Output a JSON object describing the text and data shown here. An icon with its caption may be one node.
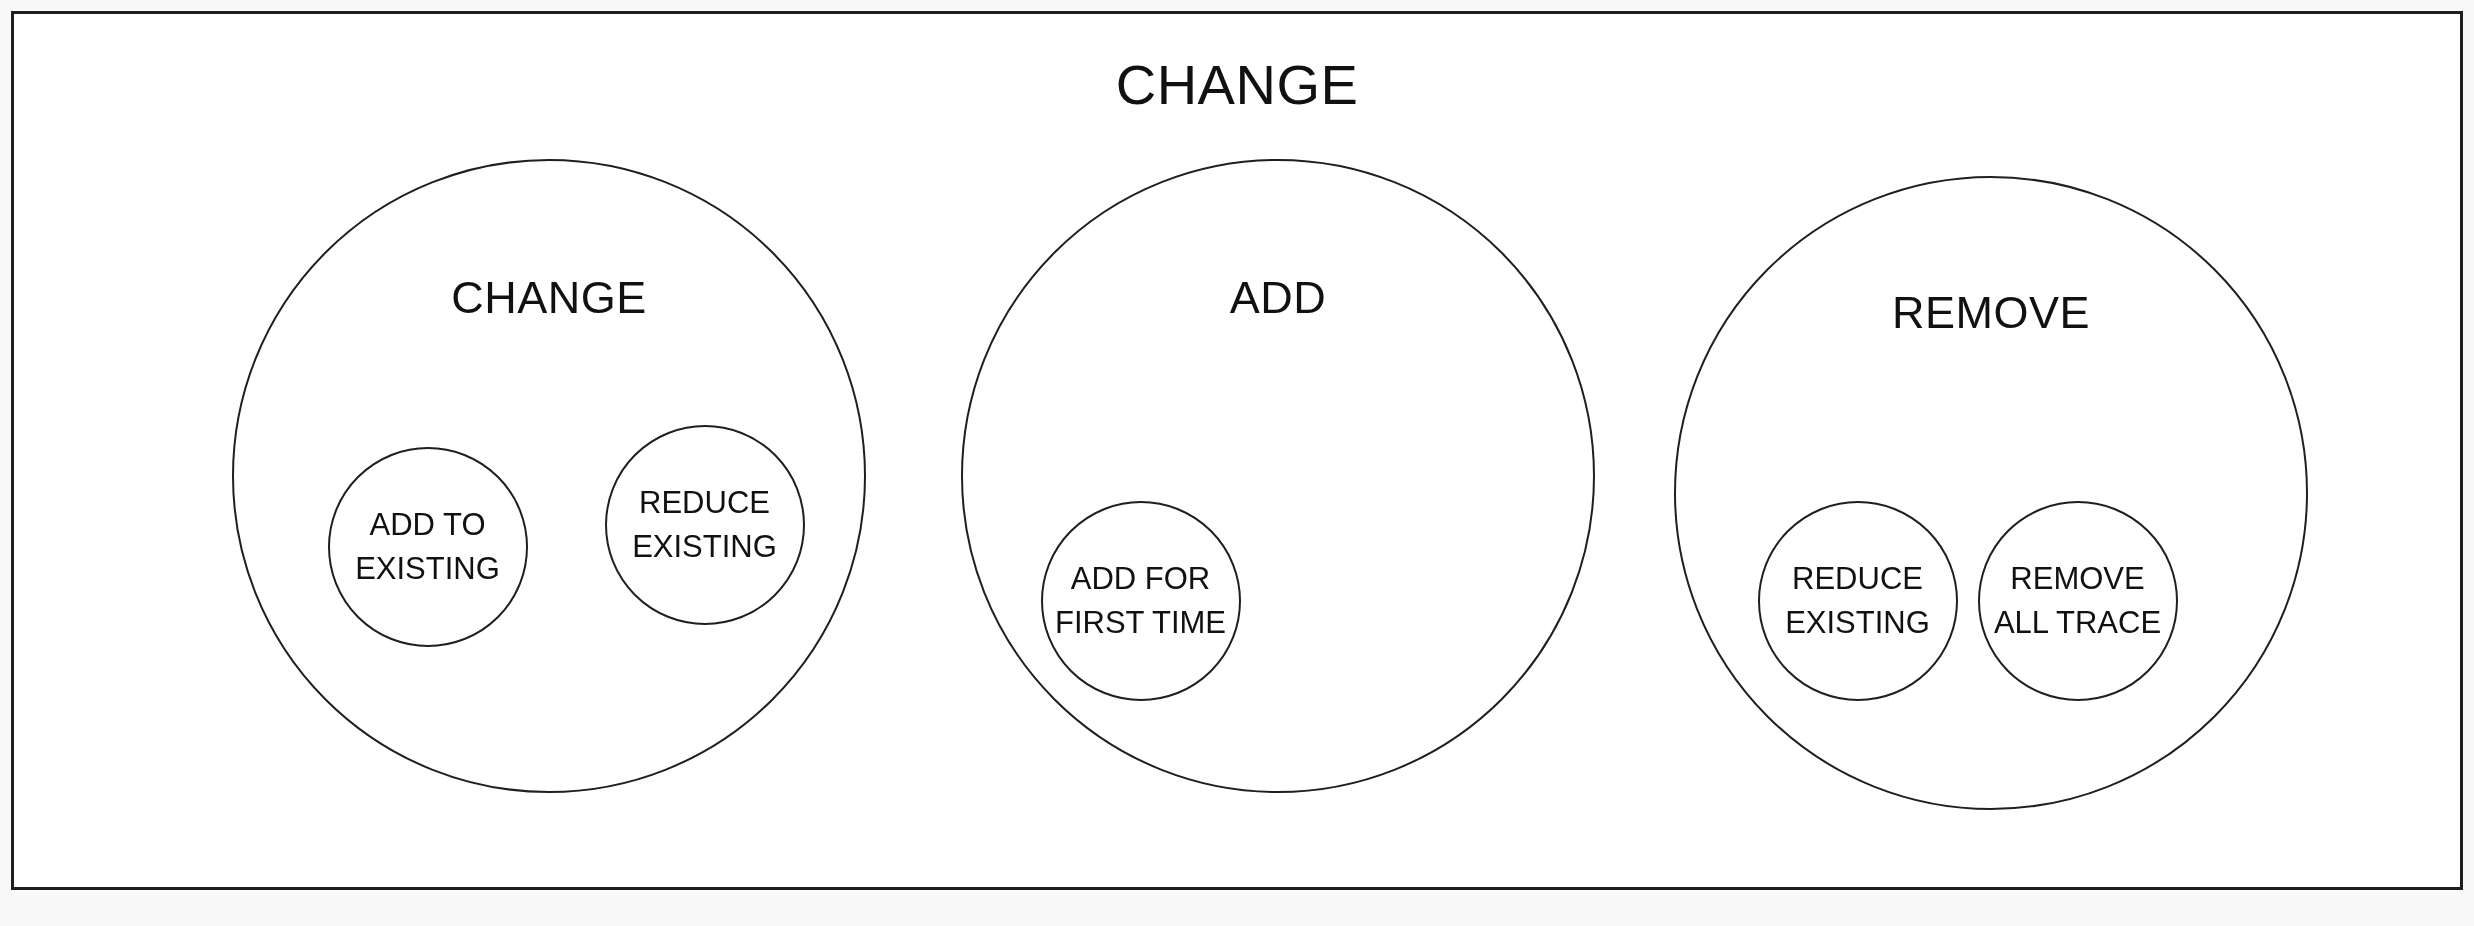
{
  "diagram": {
    "nodes": [
      {
        "text": [
          "CHANGE"
        ]
      },
      {
        "text": [
          "CHANGE"
        ],
        "in": 0
      },
      {
        "text": [
          "ADD TO EXISTING"
        ],
        "in": 1
      },
      {
        "text": [
          "REDUCE EXISTING"
        ],
        "in": 1
      },
      {
        "text": [
          "ADD"
        ],
        "in": 0
      },
      {
        "text": [
          "ADD FOR FIRST TIME"
        ],
        "in": 4
      },
      {
        "text": [
          "REMOVE"
        ],
        "in": 0
      },
      {
        "text": [
          "REDUCE EXISTING"
        ],
        "in": 6
      },
      {
        "text": [
          "REMOVE ALL TRACE"
        ],
        "in": 6
      }
    ]
  }
}
